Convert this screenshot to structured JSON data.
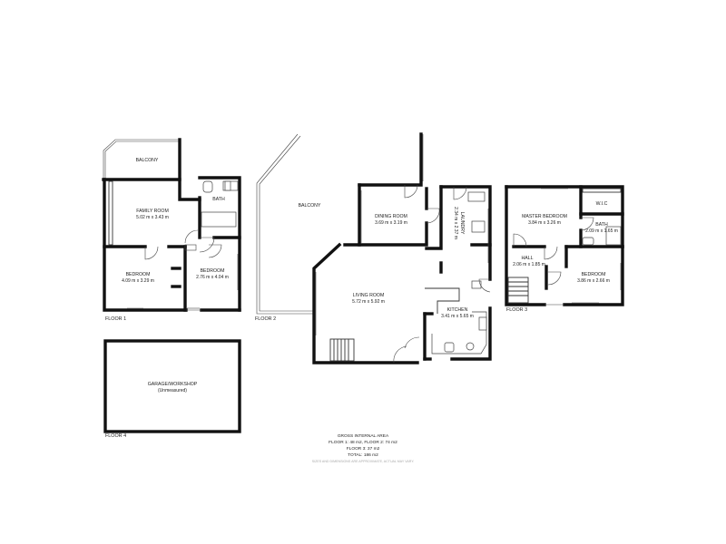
{
  "floors": {
    "floor1": {
      "label": "FLOOR 1",
      "rooms": {
        "balcony": {
          "name": "BALCONY"
        },
        "family_room": {
          "name": "FAMILY ROOM",
          "dims": "5.02 m x 3.43 m"
        },
        "bath": {
          "name": "BATH"
        },
        "bedroom_left": {
          "name": "BEDROOM",
          "dims": "4.09 m x 3.29 m"
        },
        "bedroom_right": {
          "name": "BEDROOM",
          "dims": "2.76 m x 4.04 m"
        }
      }
    },
    "floor2": {
      "label": "FLOOR 2",
      "rooms": {
        "balcony": {
          "name": "BALCONY"
        },
        "dining_room": {
          "name": "DINING ROOM",
          "dims": "3.69 m x 3.19 m"
        },
        "laundry": {
          "name": "LAUNDRY",
          "dims": "2.34 m x 2.37 m"
        },
        "living_room": {
          "name": "LIVING ROOM",
          "dims": "5.72 m x 5.92 m"
        },
        "kitchen": {
          "name": "KITCHEN",
          "dims": "3.41 m x 5.65 m"
        }
      }
    },
    "floor3": {
      "label": "FLOOR 3",
      "rooms": {
        "master_bedroom": {
          "name": "MASTER BEDROOM",
          "dims": "3.84 m x 3.26 m"
        },
        "wic": {
          "name": "W.I.C"
        },
        "bath": {
          "name": "BATH",
          "dims": "2.09 m x 1.65 m"
        },
        "hall": {
          "name": "HALL",
          "dims": "2.06 m x 1.85 m"
        },
        "bedroom": {
          "name": "BEDROOM",
          "dims": "3.86 m x 2.66 m"
        }
      }
    },
    "floor4": {
      "label": "FLOOR 4",
      "rooms": {
        "garage": {
          "name": "GARAGE/WORKSHOP",
          "note": "(Unmeasured)"
        }
      }
    }
  },
  "area_summary": {
    "title": "GROSS INTERNAL AREA",
    "line1": "FLOOR 1: 48 m2, FLOOR 2: 74 m2",
    "line2": "FLOOR 3: 37 m2",
    "total": "TOTAL: 186 m2",
    "disclaimer": "SIZES AND DIMENSIONS ARE APPROXIMATE, ACTUAL MAY VARY."
  }
}
